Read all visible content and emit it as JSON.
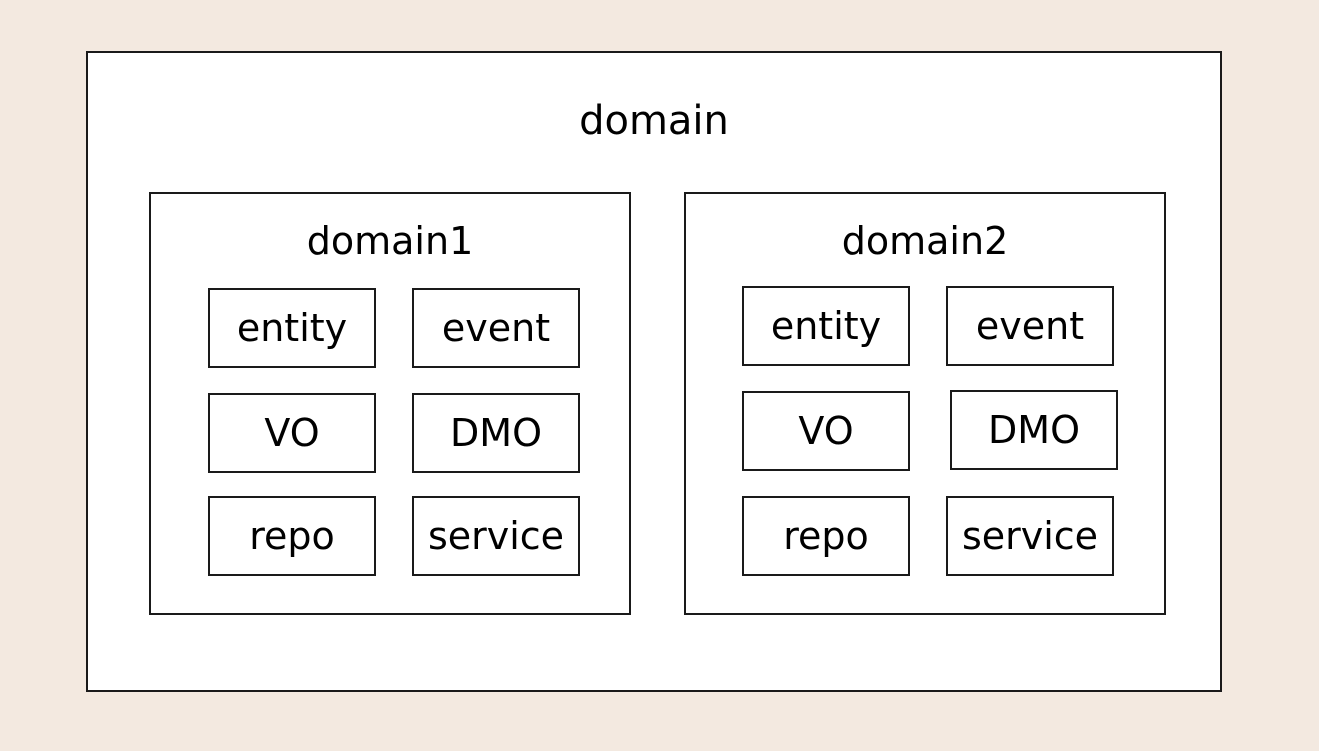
{
  "diagram": {
    "root": {
      "label": "domain"
    },
    "domains": [
      {
        "label": "domain1",
        "items": [
          "entity",
          "event",
          "VO",
          "DMO",
          "repo",
          "service"
        ]
      },
      {
        "label": "domain2",
        "items": [
          "entity",
          "event",
          "VO",
          "DMO",
          "repo",
          "service"
        ]
      }
    ]
  },
  "colors": {
    "background": "#f3e9e0",
    "box_fill": "#ffffff",
    "stroke": "#1a1a1a"
  }
}
